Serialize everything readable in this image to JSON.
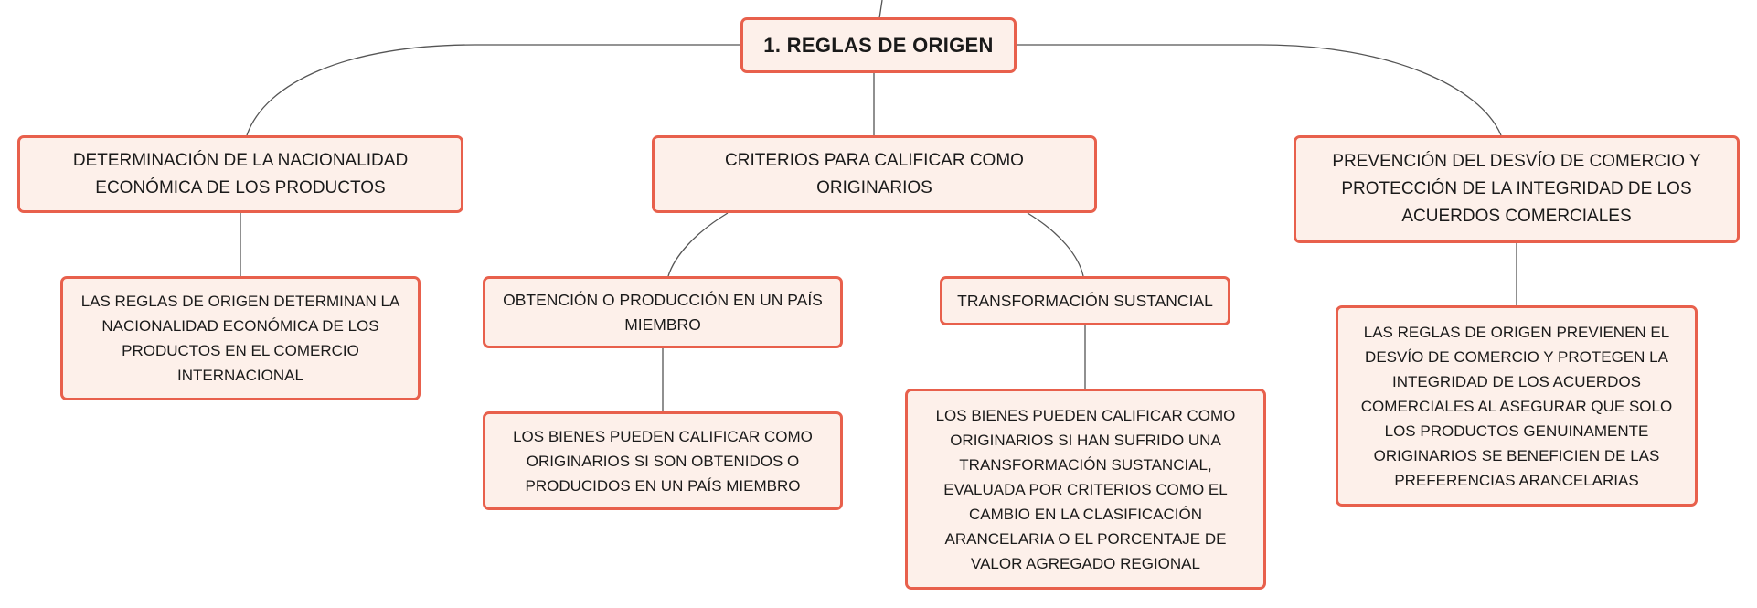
{
  "root": {
    "label": "1. REGLAS DE ORIGEN"
  },
  "branches": [
    {
      "label": "DETERMINACIÓN DE LA NACIONALIDAD ECONÓMICA DE LOS PRODUCTOS",
      "detail": "LAS REGLAS DE ORIGEN DETERMINAN LA NACIONALIDAD ECONÓMICA DE LOS PRODUCTOS EN EL COMERCIO INTERNACIONAL"
    },
    {
      "label": "CRITERIOS PARA CALIFICAR COMO ORIGINARIOS",
      "children": [
        {
          "label": "OBTENCIÓN O PRODUCCIÓN EN UN PAÍS MIEMBRO",
          "detail": "LOS BIENES PUEDEN CALIFICAR COMO ORIGINARIOS SI SON OBTENIDOS O PRODUCIDOS EN UN PAÍS MIEMBRO"
        },
        {
          "label": "TRANSFORMACIÓN SUSTANCIAL",
          "detail": "LOS BIENES PUEDEN CALIFICAR COMO ORIGINARIOS SI HAN SUFRIDO UNA TRANSFORMACIÓN SUSTANCIAL, EVALUADA POR CRITERIOS COMO EL CAMBIO EN LA CLASIFICACIÓN ARANCELARIA O EL PORCENTAJE DE VALOR AGREGADO REGIONAL"
        }
      ]
    },
    {
      "label": "PREVENCIÓN DEL DESVÍO DE COMERCIO Y PROTECCIÓN DE LA INTEGRIDAD DE LOS ACUERDOS COMERCIALES",
      "detail": "LAS REGLAS DE ORIGEN PREVIENEN EL DESVÍO DE COMERCIO Y PROTEGEN LA INTEGRIDAD DE LOS ACUERDOS COMERCIALES AL ASEGURAR QUE SOLO LOS PRODUCTOS GENUINAMENTE ORIGINARIOS SE BENEFICIEN DE LAS PREFERENCIAS ARANCELARIAS"
    }
  ],
  "colors": {
    "node_border": "#e8604c",
    "node_fill": "#fdf0ea",
    "connector": "#555555"
  }
}
